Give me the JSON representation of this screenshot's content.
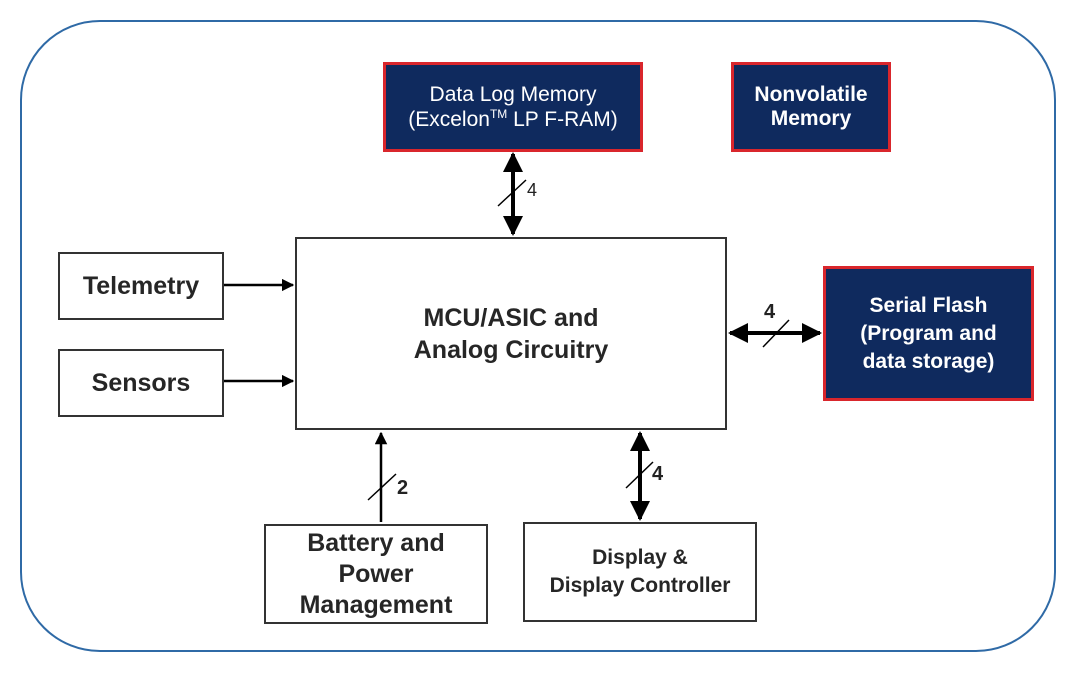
{
  "diagram": {
    "mcu": {
      "line1": "MCU/ASIC and",
      "line2": "Analog Circuitry"
    },
    "telemetry": {
      "label": "Telemetry"
    },
    "sensors": {
      "label": "Sensors"
    },
    "battery": {
      "line1": "Battery and",
      "line2": "Power",
      "line3": "Management"
    },
    "display": {
      "line1": "Display &",
      "line2": "Display Controller"
    },
    "data_log_memory": {
      "line1": "Data Log Memory",
      "line2_prefix": "(Excelon",
      "line2_sup": "TM",
      "line2_suffix": " LP F-RAM)"
    },
    "nonvolatile_memory": {
      "line1": "Nonvolatile",
      "line2": "Memory"
    },
    "serial_flash": {
      "line1": "Serial Flash",
      "line2": "(Program and",
      "line3": "data storage)"
    },
    "bus_widths": {
      "data_log": "4",
      "serial_flash": "4",
      "display": "4",
      "battery": "2"
    },
    "colors": {
      "navy": "#0f2a5e",
      "red_border": "#d9262c",
      "frame": "#2f6aa6"
    }
  }
}
